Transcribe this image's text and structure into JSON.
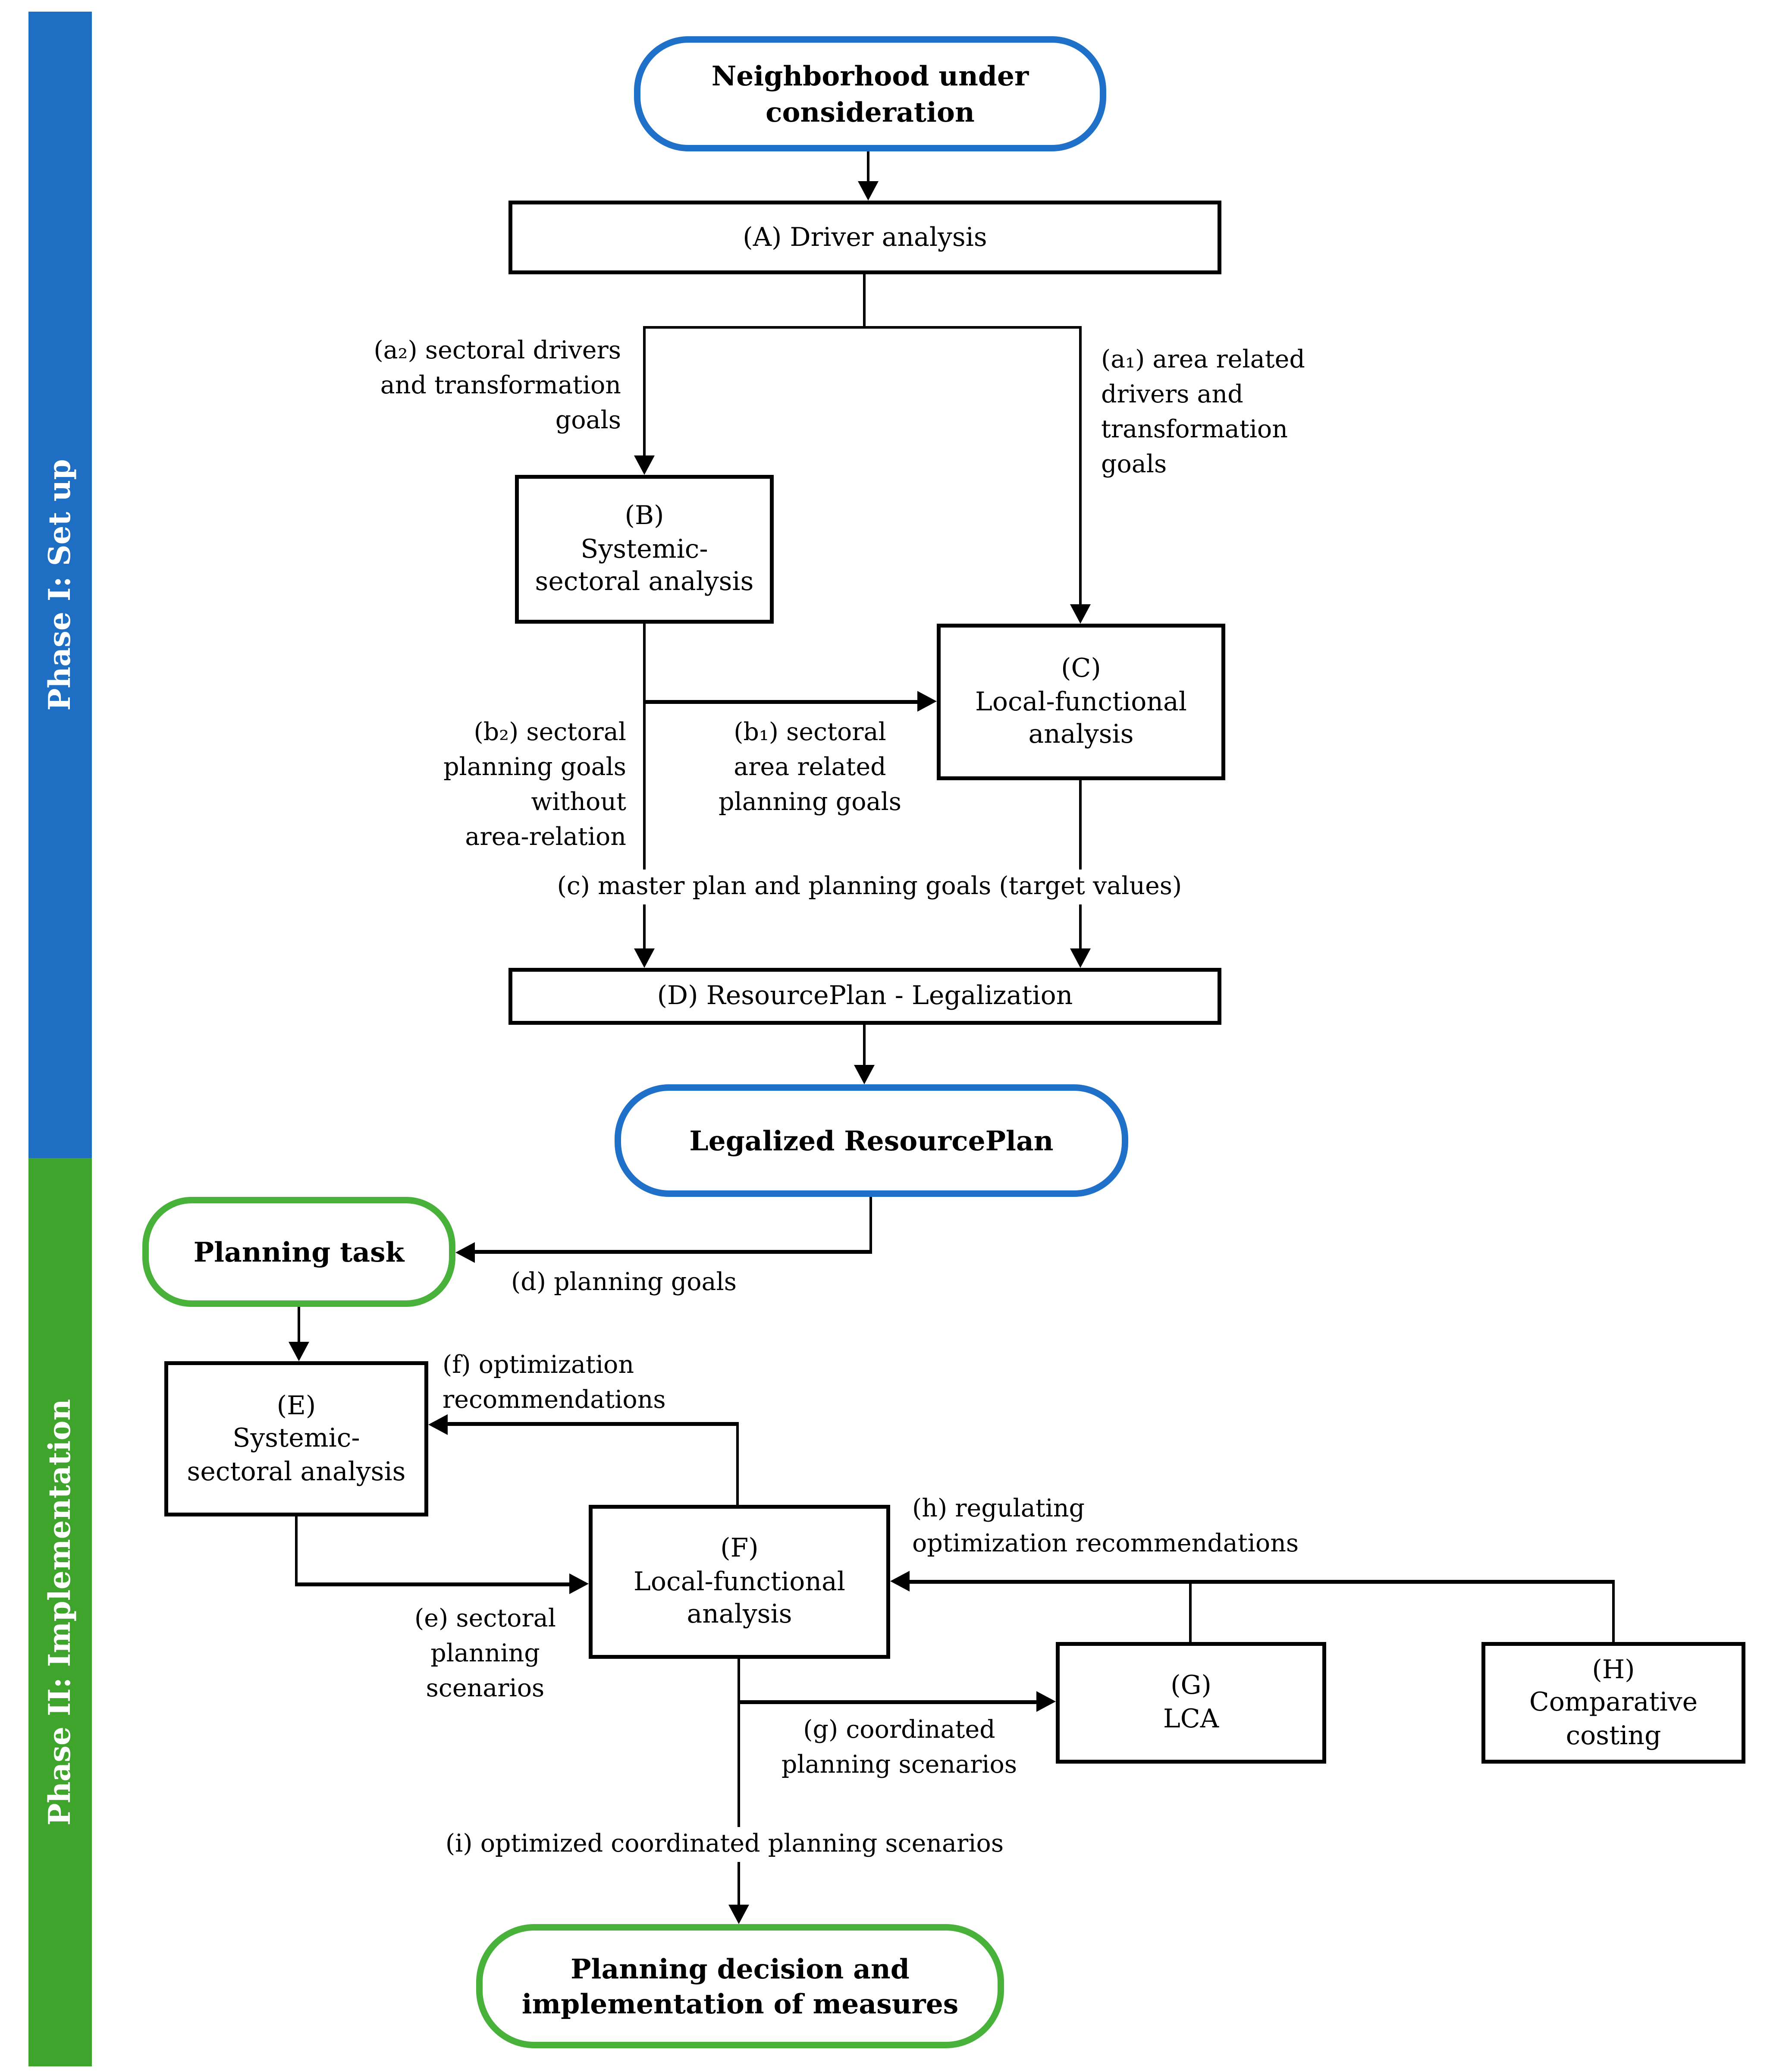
{
  "figure": {
    "type": "flowchart",
    "phases": {
      "phase1": {
        "label": "Phase I: Set up",
        "color": "#1e6fc4"
      },
      "phase2": {
        "label": "Phase II: Implementation",
        "color": "#3fa42c"
      }
    },
    "accent_colors": {
      "terminal_border_phase1": "#1e70c8",
      "terminal_border_phase2": "#47b139",
      "line_color": "#000000",
      "text_color": "#000000"
    },
    "nodes": {
      "neighborhood": "Neighborhood under\nconsideration",
      "driver_analysis": "(A) Driver analysis",
      "systemic_sectoral_b": "(B)\nSystemic-\nsectoral analysis",
      "local_functional_c": "(C)\nLocal-functional\nanalysis",
      "resourceplan_legalization": "(D) ResourcePlan - Legalization",
      "legalized_resourceplan": "Legalized ResourcePlan",
      "planning_task": "Planning task",
      "systemic_sectoral_e": "(E)\nSystemic-\nsectoral analysis",
      "local_functional_f": "(F)\nLocal-functional\nanalysis",
      "lca": "(G)\nLCA",
      "comparative_costing": "(H)\nComparative\ncosting",
      "planning_decision": "Planning decision and\nimplementation of measures"
    },
    "edge_labels": {
      "a2": "(a₂) sectoral drivers\nand transformation\ngoals",
      "a1": "(a₁) area related\ndrivers and\ntransformation\ngoals",
      "b2": "(b₂) sectoral\nplanning goals\nwithout\narea-relation",
      "b1": "(b₁) sectoral\narea related\nplanning goals",
      "c": "(c) master plan and planning goals (target values)",
      "d": "(d) planning goals",
      "e": "(e) sectoral\nplanning\nscenarios",
      "f": "(f) optimization\nrecommendations",
      "g": "(g) coordinated\nplanning scenarios",
      "h": "(h) regulating\noptimization recommendations",
      "i": "(i) optimized coordinated planning scenarios"
    }
  }
}
